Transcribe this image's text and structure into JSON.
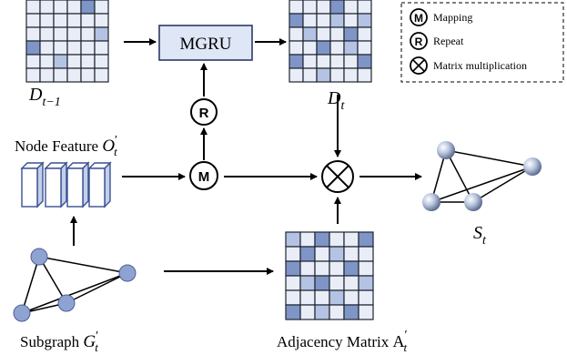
{
  "colors": {
    "cell_dark": "#7f95c7",
    "cell_mid": "#b4c3e3",
    "cell_light": "#e8edf8",
    "grid_line": "#1f2430",
    "box_fill": "#dfe7f6",
    "box_stroke": "#2b3a67",
    "node_fill": "#8fa3d2",
    "node_stroke": "#4d5f96",
    "feature_stroke": "#3a5192"
  },
  "labels": {
    "mgru": "MGRU",
    "d_prev_main": "D",
    "d_prev_sub": "t−1",
    "d_t_main": "D",
    "d_t_sub": "t",
    "node_feature_text": "Node Feature ",
    "node_feature_sym": "O",
    "node_feature_sup": "′",
    "node_feature_sub": "t",
    "subgraph_text": "Subgraph ",
    "subgraph_sym": "G",
    "subgraph_sup": "′",
    "subgraph_sub": "t",
    "adj_text": "Adjacency Matrix ",
    "adj_sym": "A",
    "adj_sup": "′",
    "adj_sub": "t",
    "s_t_main": "S",
    "s_t_sub": "t",
    "mapping_symbol": "M",
    "repeat_symbol": "R"
  },
  "legend": [
    {
      "symbol": "M",
      "text": "Mapping",
      "icon": "circle-letter-icon"
    },
    {
      "symbol": "R",
      "text": "Repeat",
      "icon": "circle-letter-icon"
    },
    {
      "symbol": "×",
      "text": "Matrix multiplication",
      "icon": "circle-cross-icon"
    }
  ],
  "matrices": {
    "d_prev": [
      "LLLLDL",
      "LLLLLL",
      "LLLLLM",
      "DLLLLL",
      "LLMLLL",
      "LLLLLL"
    ],
    "d_t": [
      "LLLDLL",
      "DLLMLM",
      "LMLLDL",
      "LLDLML",
      "DLLLLD",
      "LLMLLL"
    ],
    "adjacency": [
      "MLDLLD",
      "LDLMLL",
      "DLLLDL",
      "LMDLLM",
      "LLLMLL",
      "DLMLDL"
    ]
  }
}
